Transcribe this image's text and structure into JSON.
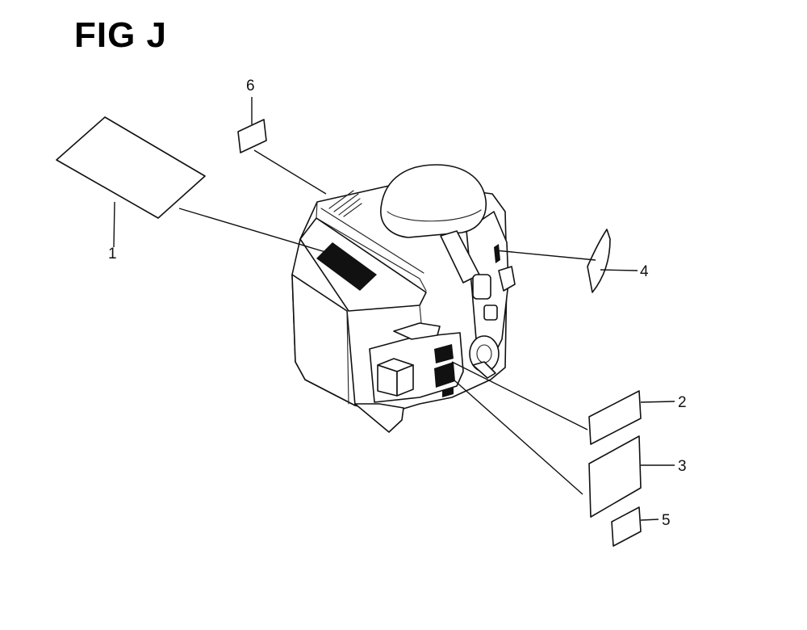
{
  "figure": {
    "title": "FIG J"
  },
  "callouts": [
    {
      "id": "1",
      "label": "1"
    },
    {
      "id": "2",
      "label": "2"
    },
    {
      "id": "3",
      "label": "3"
    },
    {
      "id": "4",
      "label": "4"
    },
    {
      "id": "5",
      "label": "5"
    },
    {
      "id": "6",
      "label": "6"
    }
  ],
  "colors": {
    "line": "#111111",
    "background": "#ffffff"
  }
}
